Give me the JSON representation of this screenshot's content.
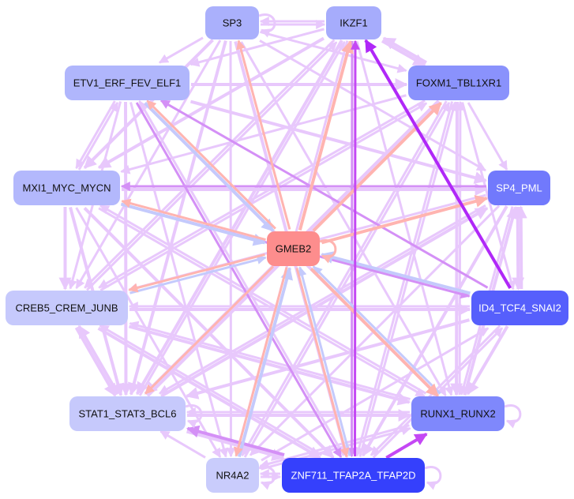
{
  "graph": {
    "nodes": [
      {
        "label": "SP3",
        "fill": "#aab0fc",
        "text": "#111111"
      },
      {
        "label": "IKZF1",
        "fill": "#a6acfc",
        "text": "#111111"
      },
      {
        "label": "ETV1_ERF_FEV_ELF1",
        "fill": "#b0b6fc",
        "text": "#111111"
      },
      {
        "label": "FOXM1_TBL1XR1",
        "fill": "#8a92fc",
        "text": "#111111"
      },
      {
        "label": "MXI1_MYC_MYCN",
        "fill": "#b3b8fc",
        "text": "#111111"
      },
      {
        "label": "SP4_PML",
        "fill": "#7179fc",
        "text": "#ffffff"
      },
      {
        "label": "GMEB2",
        "fill": "#fd8d8d",
        "text": "#111111"
      },
      {
        "label": "CREB5_CREM_JUNB",
        "fill": "#c6c9fc",
        "text": "#111111"
      },
      {
        "label": "ID4_TCF4_SNAI2",
        "fill": "#565ffc",
        "text": "#ffffff"
      },
      {
        "label": "STAT1_STAT3_BCL6",
        "fill": "#c6c9fc",
        "text": "#111111"
      },
      {
        "label": "RUNX1_RUNX2",
        "fill": "#7f88fc",
        "text": "#111111"
      },
      {
        "label": "NR4A2",
        "fill": "#c9ccfc",
        "text": "#111111"
      },
      {
        "label": "ZNF711_TFAP2A_TFAP2D",
        "fill": "#3540fc",
        "text": "#ffffff"
      }
    ],
    "edge_colors": {
      "light": "#e8c8fc",
      "mid": "#d490f6",
      "dark": "#b028f8",
      "purple": "#c448f4",
      "red": "#ffb4b0",
      "blue": "#c4cafc"
    },
    "edges": [
      [
        0,
        2,
        2,
        "light"
      ],
      [
        0,
        3,
        2,
        "light"
      ],
      [
        0,
        5,
        2,
        "light"
      ],
      [
        0,
        4,
        3,
        "light"
      ],
      [
        0,
        9,
        3,
        "light"
      ],
      [
        0,
        11,
        2,
        "light"
      ],
      [
        0,
        12,
        3,
        "light"
      ],
      [
        0,
        10,
        2,
        "light"
      ],
      [
        0,
        7,
        2,
        "light"
      ],
      [
        0,
        1,
        2,
        "light"
      ],
      [
        1,
        2,
        2,
        "light"
      ],
      [
        1,
        3,
        3,
        "light"
      ],
      [
        1,
        4,
        3,
        "light"
      ],
      [
        1,
        7,
        2,
        "light"
      ],
      [
        1,
        9,
        3,
        "light"
      ],
      [
        1,
        10,
        2,
        "light"
      ],
      [
        1,
        11,
        2,
        "light"
      ],
      [
        1,
        12,
        2,
        "mid"
      ],
      [
        1,
        0,
        2,
        "light"
      ],
      [
        2,
        3,
        3,
        "light"
      ],
      [
        2,
        4,
        2,
        "light"
      ],
      [
        2,
        5,
        3,
        "light"
      ],
      [
        2,
        9,
        3,
        "light"
      ],
      [
        2,
        10,
        3,
        "light"
      ],
      [
        2,
        12,
        2,
        "mid"
      ],
      [
        2,
        11,
        2,
        "light"
      ],
      [
        2,
        7,
        2,
        "light"
      ],
      [
        3,
        1,
        3,
        "light"
      ],
      [
        3,
        4,
        2,
        "light"
      ],
      [
        3,
        9,
        3,
        "light"
      ],
      [
        3,
        10,
        3,
        "light"
      ],
      [
        3,
        12,
        2,
        "light"
      ],
      [
        3,
        5,
        2,
        "light"
      ],
      [
        3,
        7,
        2,
        "light"
      ],
      [
        3,
        8,
        2,
        "light"
      ],
      [
        3,
        11,
        2,
        "light"
      ],
      [
        4,
        5,
        3,
        "light"
      ],
      [
        4,
        7,
        3,
        "light"
      ],
      [
        4,
        9,
        3,
        "light"
      ],
      [
        4,
        10,
        2,
        "light"
      ],
      [
        4,
        12,
        3,
        "light"
      ],
      [
        4,
        8,
        2,
        "mid"
      ],
      [
        4,
        11,
        2,
        "light"
      ],
      [
        4,
        2,
        2,
        "light"
      ],
      [
        5,
        7,
        2,
        "light"
      ],
      [
        5,
        9,
        2,
        "light"
      ],
      [
        5,
        10,
        2,
        "light"
      ],
      [
        5,
        11,
        2,
        "light"
      ],
      [
        5,
        12,
        3,
        "light"
      ],
      [
        5,
        8,
        3,
        "light"
      ],
      [
        5,
        4,
        2,
        "mid"
      ],
      [
        7,
        8,
        3,
        "light"
      ],
      [
        7,
        9,
        3,
        "light"
      ],
      [
        7,
        10,
        3,
        "light"
      ],
      [
        7,
        12,
        3,
        "light"
      ],
      [
        7,
        3,
        2,
        "light"
      ],
      [
        7,
        1,
        2,
        "light"
      ],
      [
        8,
        9,
        3,
        "light"
      ],
      [
        8,
        10,
        3,
        "light"
      ],
      [
        8,
        12,
        2,
        "light"
      ],
      [
        8,
        7,
        2,
        "light"
      ],
      [
        8,
        5,
        3,
        "light"
      ],
      [
        8,
        2,
        2,
        "mid"
      ],
      [
        8,
        1,
        3,
        "dark"
      ],
      [
        9,
        10,
        3,
        "light"
      ],
      [
        9,
        12,
        3,
        "light"
      ],
      [
        9,
        3,
        3,
        "light"
      ],
      [
        9,
        5,
        3,
        "light"
      ],
      [
        9,
        1,
        2,
        "light"
      ],
      [
        9,
        7,
        3,
        "light"
      ],
      [
        10,
        11,
        2,
        "light"
      ],
      [
        10,
        9,
        2,
        "light"
      ],
      [
        10,
        4,
        2,
        "light"
      ],
      [
        10,
        7,
        2,
        "light"
      ],
      [
        10,
        3,
        2,
        "light"
      ],
      [
        10,
        5,
        3,
        "light"
      ],
      [
        11,
        9,
        2,
        "light"
      ],
      [
        11,
        10,
        2,
        "light"
      ],
      [
        11,
        12,
        2,
        "light"
      ],
      [
        11,
        3,
        2,
        "light"
      ],
      [
        11,
        8,
        2,
        "light"
      ],
      [
        12,
        10,
        3,
        "purple"
      ],
      [
        12,
        1,
        2,
        "purple"
      ],
      [
        12,
        9,
        3,
        "mid"
      ],
      [
        12,
        11,
        2,
        "light"
      ],
      [
        12,
        7,
        2,
        "light"
      ],
      [
        12,
        2,
        2,
        "light"
      ],
      [
        12,
        8,
        2,
        "light"
      ],
      [
        12,
        3,
        2,
        "light"
      ],
      [
        6,
        0,
        2,
        "red"
      ],
      [
        6,
        1,
        3,
        "red"
      ],
      [
        6,
        3,
        3,
        "red"
      ],
      [
        6,
        5,
        3,
        "red"
      ],
      [
        6,
        4,
        2,
        "red"
      ],
      [
        6,
        7,
        2,
        "red"
      ],
      [
        6,
        9,
        2,
        "red"
      ],
      [
        6,
        11,
        2,
        "red"
      ],
      [
        6,
        10,
        3,
        "red"
      ],
      [
        6,
        12,
        2,
        "red"
      ],
      [
        6,
        2,
        2,
        "red"
      ],
      [
        2,
        6,
        3,
        "blue"
      ],
      [
        4,
        6,
        3,
        "blue"
      ],
      [
        7,
        6,
        2,
        "blue"
      ],
      [
        8,
        6,
        3,
        "blue"
      ],
      [
        11,
        6,
        3,
        "blue"
      ],
      [
        12,
        6,
        2,
        "blue"
      ],
      [
        10,
        6,
        2,
        "blue"
      ]
    ],
    "self_loops": [
      [
        0,
        "light"
      ],
      [
        6,
        "red"
      ],
      [
        9,
        "light"
      ],
      [
        10,
        "light"
      ],
      [
        11,
        "light"
      ],
      [
        12,
        "light"
      ]
    ]
  }
}
